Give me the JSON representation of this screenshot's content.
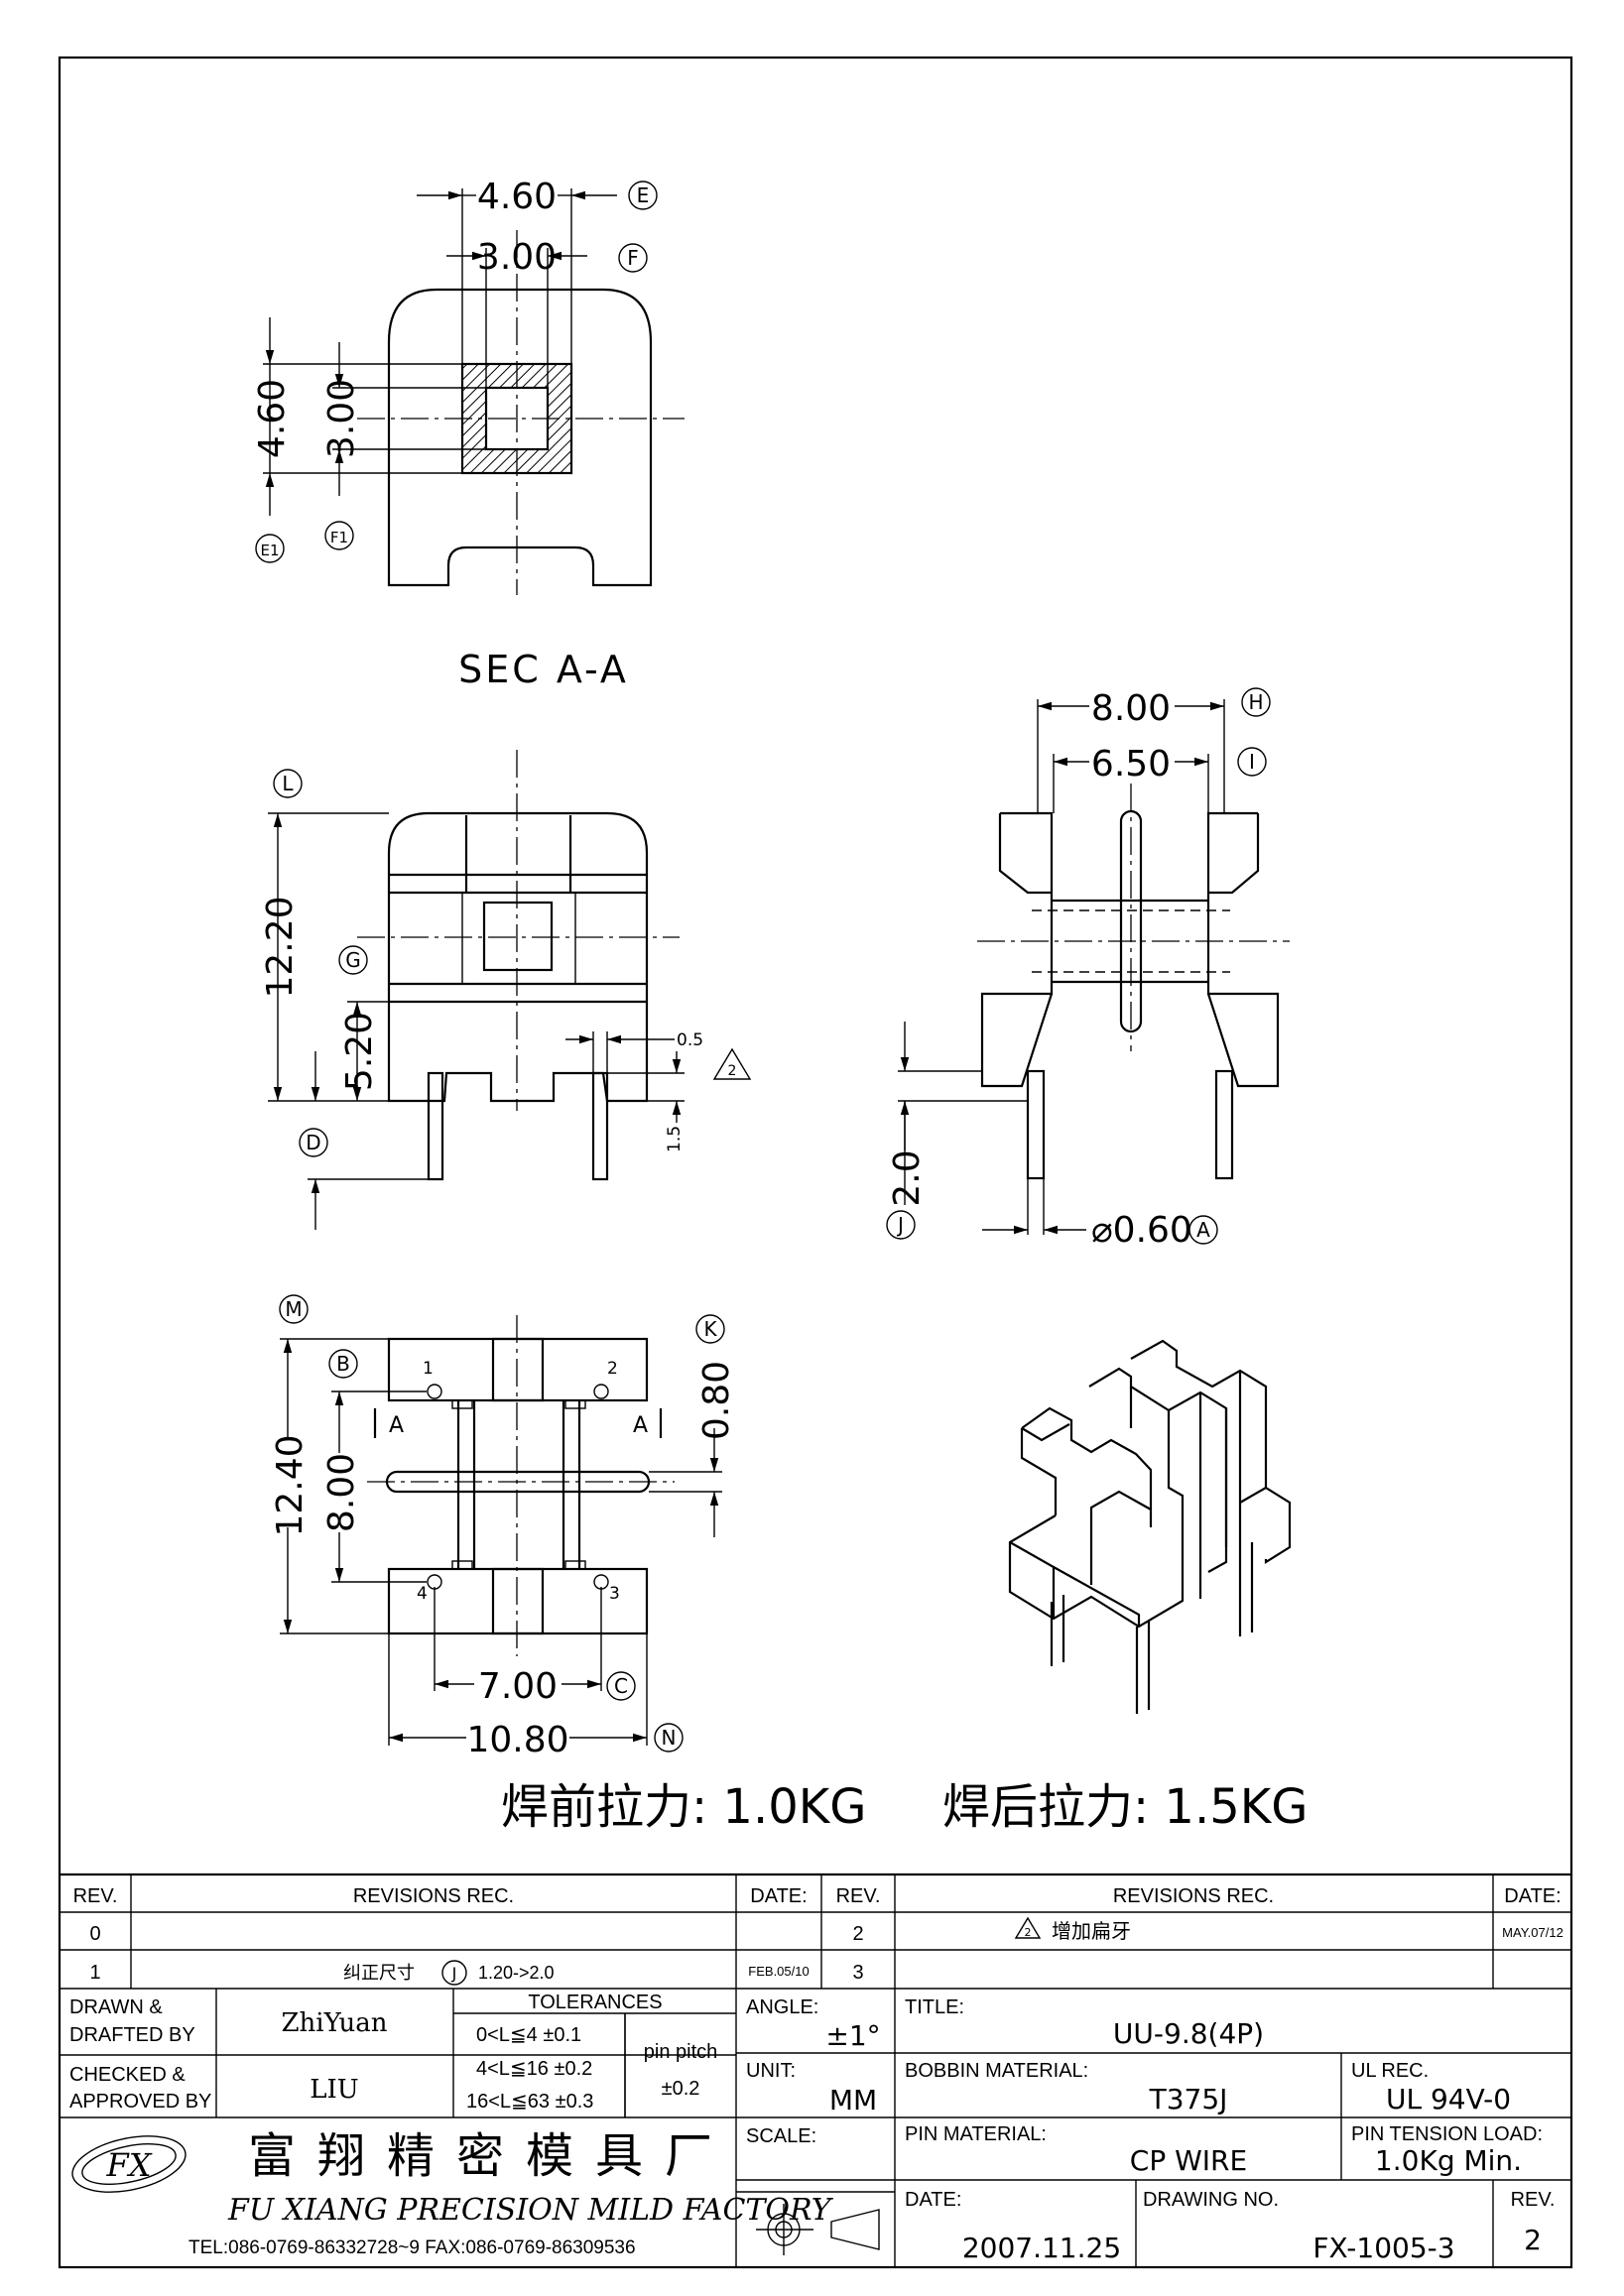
{
  "views": {
    "section_a": {
      "width_outer": "4.60",
      "width_inner": "3.00",
      "height_outer": "4.60",
      "height_inner": "3.00",
      "tags": {
        "width_outer": "E",
        "width_inner": "F",
        "height_outer": "E1",
        "height_inner": "F1"
      },
      "caption": "SEC A-A"
    },
    "front": {
      "height": "12.20",
      "base_height": "5.20",
      "pin_flat_thickness": "0.5",
      "pin_flat_length": "1.5",
      "revision_marker": "2",
      "tags": {
        "height": "L",
        "base_height": "G",
        "pin_length": "D"
      }
    },
    "side": {
      "flange_width": "8.00",
      "core_width": "6.50",
      "pin_length": "2.0",
      "pin_diameter": "⌀0.60",
      "tags": {
        "flange_width": "H",
        "core_width": "I",
        "pin_length": "J",
        "pin_diameter": "A"
      }
    },
    "bottom": {
      "overall_length": "12.40",
      "pin_row_spacing": "8.00",
      "flange_thickness": "0.80",
      "pin_spacing": "7.00",
      "overall_width": "10.80",
      "pin_numbers": [
        "1",
        "2",
        "3",
        "4"
      ],
      "section_marks": [
        "A",
        "A"
      ],
      "tags": {
        "overall_length": "M",
        "pin_row_spacing": "B",
        "flange_thickness": "K",
        "pin_spacing": "C",
        "overall_width": "N"
      }
    },
    "pull_force": {
      "before_solder": "焊前拉力: 1.0KG",
      "after_solder": "焊后拉力: 1.5KG"
    }
  },
  "title_block": {
    "headers": {
      "rev": "REV.",
      "revisions_rec": "REVISIONS   REC.",
      "date": "DATE:"
    },
    "revisions": [
      {
        "rev": "0",
        "text": "",
        "date": ""
      },
      {
        "rev": "1",
        "text_prefix": "纠正尺寸",
        "tag": "J",
        "text_suffix": "1.20->2.0",
        "date": "FEB.05/10"
      },
      {
        "rev": "2",
        "marker": "2",
        "text": "增加扁牙",
        "date": "MAY.07/12"
      },
      {
        "rev": "3",
        "text": "",
        "date": ""
      }
    ],
    "drawn_label": "DRAWN  &\nDRAFTED BY",
    "drawn_by": "ZhiYuan",
    "checked_label": "CHECKED &\nAPPROVED BY",
    "checked_by": "LIU",
    "tolerances": {
      "title": "TOLERANCES",
      "rows": [
        "0<L≦4    ±0.1",
        "4<L≦16  ±0.2",
        "16<L≦63  ±0.3"
      ],
      "pin_pitch_label": "pin pitch",
      "pin_pitch_value": "±0.2"
    },
    "angle_label": "ANGLE:",
    "angle_value": "±1°",
    "unit_label": "UNIT:",
    "unit_value": "MM",
    "scale_label": "SCALE:",
    "title_label": "TITLE:",
    "title_value": "UU-9.8(4P)",
    "bobbin_material_label": "BOBBIN MATERIAL:",
    "bobbin_material_value": "T375J",
    "ul_rec_label": "UL REC.",
    "ul_rec_value": "UL 94V-0",
    "pin_material_label": "PIN MATERIAL:",
    "pin_material_value": "CP WIRE",
    "pin_tension_label": "PIN TENSION LOAD:",
    "pin_tension_value": "1.0Kg Min.",
    "date_label": "DATE:",
    "date_value": "2007.11.25",
    "drawing_no_label": "DRAWING NO.",
    "drawing_no_value": "FX-1005-3",
    "rev_label": "REV.",
    "rev_value": "2",
    "company_cn": "富翔精密模具厂",
    "company_en": "FU XIANG PRECISION MILD FACTORY",
    "company_contact": "TEL:086-0769-86332728~9  FAX:086-0769-86309536",
    "logo_text": "FX"
  }
}
